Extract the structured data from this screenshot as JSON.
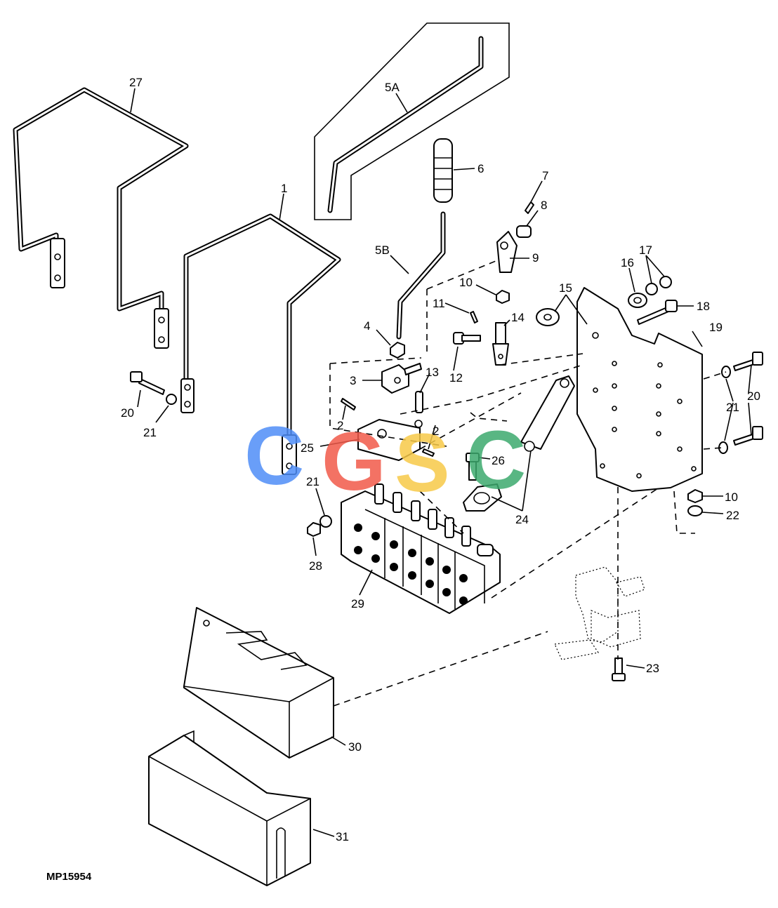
{
  "figure_code": "MP15954",
  "watermark": {
    "letters": [
      "C",
      "G",
      "S",
      "C"
    ],
    "colors": [
      "#4f8ef7",
      "#f15a4a",
      "#f7c948",
      "#3daa6e"
    ]
  },
  "callouts": [
    "27",
    "5A",
    "6",
    "7",
    "8",
    "1",
    "5B",
    "9",
    "10",
    "17",
    "16",
    "15",
    "18",
    "11",
    "14",
    "19",
    "4",
    "3",
    "13",
    "12",
    "20",
    "21",
    "20",
    "21",
    "2",
    "2",
    "25",
    "26",
    "21",
    "24",
    "10",
    "22",
    "28",
    "29",
    "23",
    "30",
    "31"
  ]
}
